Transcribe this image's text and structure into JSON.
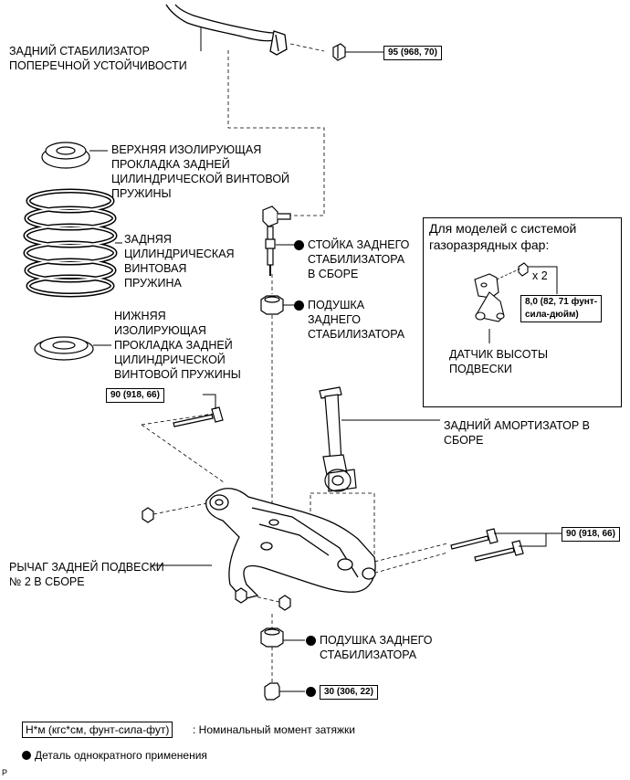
{
  "labels": {
    "stabilizer_bar": "ЗАДНИЙ СТАБИЛИЗАТОР\nПОПЕРЕЧНОЙ УСТОЙЧИВОСТИ",
    "upper_insulator": "ВЕРХНЯЯ ИЗОЛИРУЮЩАЯ\nПРОКЛАДКА ЗАДНЕЙ\nЦИЛИНДРИЧЕСКОЙ ВИНТОВОЙ\nПРУЖИНЫ",
    "coil_spring": "ЗАДНЯЯ\nЦИЛИНДРИЧЕСКАЯ\nВИНТОВАЯ\nПРУЖИНА",
    "lower_insulator": "НИЖНЯЯ\nИЗОЛИРУЮЩАЯ\nПРОКЛАДКА ЗАДНЕЙ\nЦИЛИНДРИЧЕСКОЙ\nВИНТОВОЙ ПРУЖИНЫ",
    "stabilizer_link": "СТОЙКА ЗАДНЕГО\nСТАБИЛИЗАТОРА\nВ СБОРЕ",
    "stabilizer_bushing_upper": "ПОДУШКА\nЗАДНЕГО\nСТАБИЛИЗАТОРА",
    "shock_absorber": "ЗАДНИЙ АМОРТИЗАТОР В\nСБОРЕ",
    "suspension_arm": "РЫЧАГ ЗАДНЕЙ ПОДВЕСКИ\n№ 2 В СБОРЕ",
    "stabilizer_bushing_lower": "ПОДУШКА ЗАДНЕГО\nСТАБИЛИЗАТОРА"
  },
  "torques": {
    "stab_nut": "95 (968, 70)",
    "arm_bolt_left": "90 (918, 66)",
    "arm_bolts_right": "90 (918, 66)",
    "bottom_nut": "30 (306, 22)",
    "height_sensor": "8,0 (82, 71 фунт-\nсила-дюйм)"
  },
  "inset": {
    "title": "Для моделей с системой\nгазоразрядных фар:",
    "multiplier": "x 2",
    "sensor_label": "ДАТЧИК ВЫСОТЫ\nПОДВЕСКИ"
  },
  "legend": {
    "torque_unit": "Н*м (кгс*см, фунт-сила-фут)",
    "torque_desc": ": Номинальный момент затяжки",
    "non_reusable": "Деталь однократного применения"
  },
  "corner_mark": "P"
}
